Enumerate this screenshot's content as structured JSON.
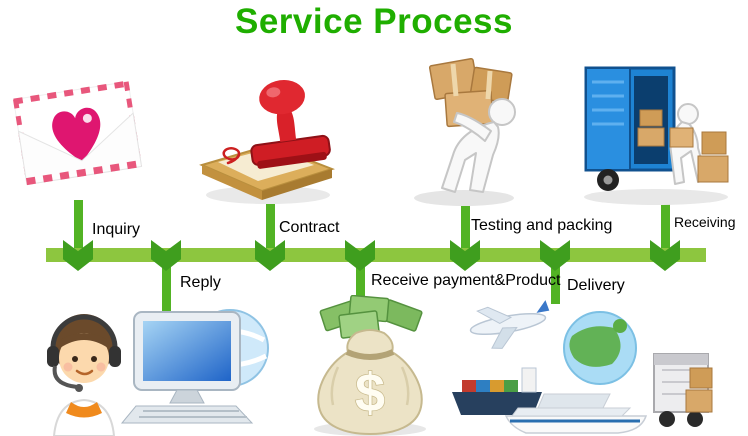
{
  "title": "Service Process",
  "colors": {
    "title_green": "#1fae00",
    "bar_green": "#8dc63f",
    "arrow_green": "#3f9e1e",
    "connector_green": "#52b324"
  },
  "steps": {
    "top": [
      {
        "label": "Inquiry",
        "icon": "envelope-heart-icon"
      },
      {
        "label": "Contract",
        "icon": "stamp-icon"
      },
      {
        "label": "Testing and packing",
        "icon": "worker-carrying-boxes-icon"
      },
      {
        "label": "Receiving",
        "icon": "truck-unloading-icon"
      }
    ],
    "bottom": [
      {
        "label": "Reply",
        "icon": "support-agent-computer-icon"
      },
      {
        "label": "Receive payment&Product",
        "icon": "money-bag-icon"
      },
      {
        "label": "Delivery",
        "icon": "global-logistics-icon"
      }
    ]
  }
}
